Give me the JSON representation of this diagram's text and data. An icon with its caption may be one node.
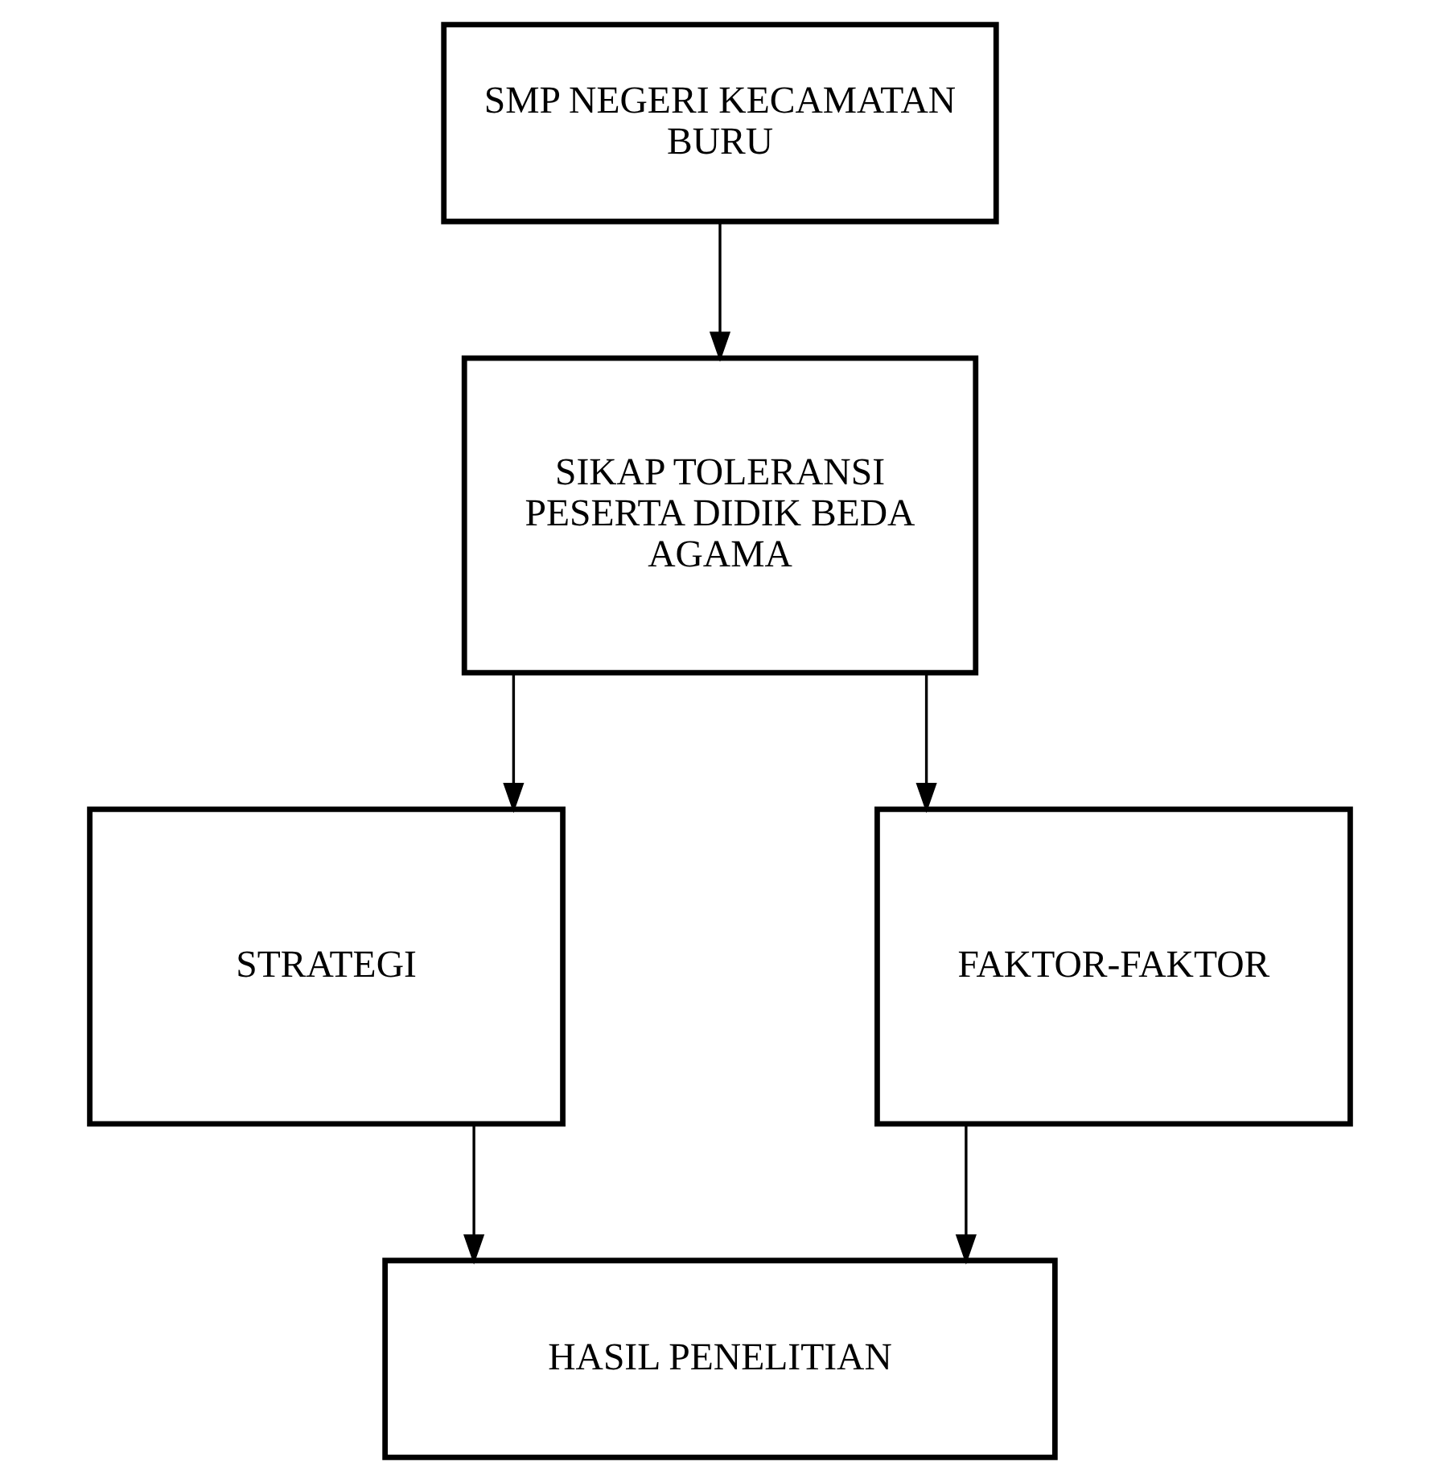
{
  "diagram": {
    "nodes": [
      {
        "text": [
          "SMP NEGERI KECAMATAN BURU"
        ]
      },
      {
        "text": [
          "SIKAP TOLERANSI PESERTA DIDIK BEDA AGAMA"
        ]
      },
      {
        "text": [
          "STRATEGI"
        ]
      },
      {
        "text": [
          "FAKTOR-FAKTOR"
        ]
      },
      {
        "text": [
          "HASIL PENELITIAN"
        ]
      }
    ],
    "edges": [
      {
        "from": 0,
        "to": 1,
        "arrow": "to"
      },
      {
        "from": 1,
        "to": 2,
        "arrow": "to"
      },
      {
        "from": 1,
        "to": 3,
        "arrow": "to"
      },
      {
        "from": 2,
        "to": 4,
        "arrow": "to"
      },
      {
        "from": 3,
        "to": 4,
        "arrow": "to"
      }
    ]
  }
}
